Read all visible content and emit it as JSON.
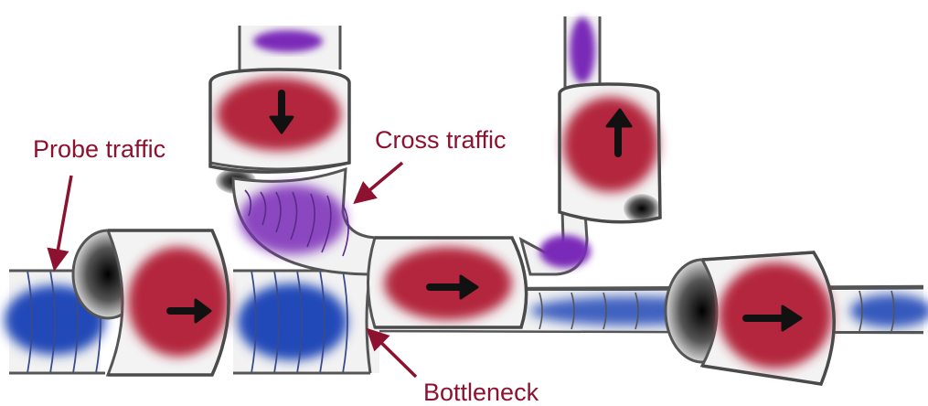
{
  "labels": {
    "probe": "Probe traffic",
    "cross": "Cross traffic",
    "bottleneck": "Bottleneck"
  },
  "colors": {
    "label": "#8c1230",
    "probe_flow": "#2448b8",
    "cross_flow": "#7a2bb8",
    "queue_red": "#b3263e",
    "pipe_outline": "#4a4a4a",
    "arrow": "#111111"
  },
  "icons": {
    "flow_arrow": "arrow-icon",
    "callout": "callout-arrow"
  }
}
